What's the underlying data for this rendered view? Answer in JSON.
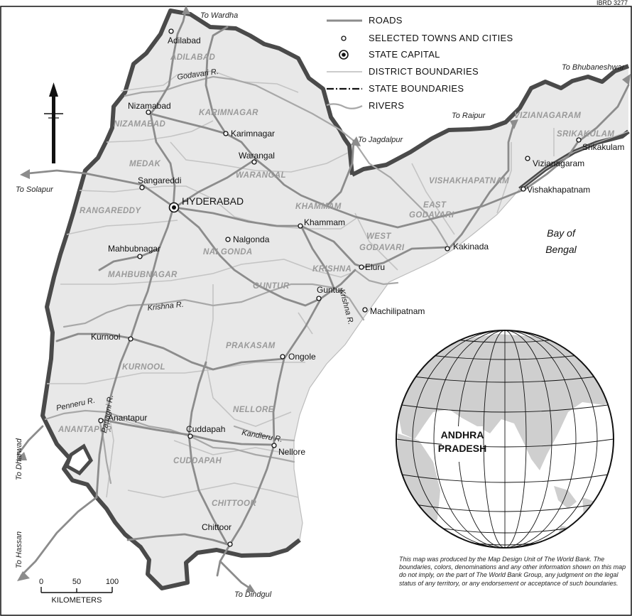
{
  "map_id": "IBRD 3277",
  "legend": {
    "roads": "ROADS",
    "towns": "SELECTED TOWNS AND CITIES",
    "capital": "STATE CAPITAL",
    "districts": "DISTRICT BOUNDARIES",
    "states": "STATE BOUNDARIES",
    "rivers": "RIVERS"
  },
  "capital": "HYDERABAD",
  "towns": {
    "adilabad": "Adilabad",
    "nizamabad": "Nizamabad",
    "karimnagar": "Karimnagar",
    "warangal": "Warangal",
    "sangareddi": "Sangareddi",
    "khammam": "Khammam",
    "nalgonda": "Nalgonda",
    "mahbubnagar": "Mahbubnagar",
    "eluru": "Eluru",
    "kakinada": "Kakinada",
    "guntur": "Guntur",
    "machilipatnam": "Machilipatnam",
    "kurnool": "Kurnool",
    "ongole": "Ongole",
    "anantapur": "Anantapur",
    "cuddapah": "Cuddapah",
    "nellore": "Nellore",
    "chittoor": "Chittoor",
    "vizianagaram": "Vizianagaram",
    "vishakhapatnam": "Vishakhapatnam",
    "srikakulam": "Srikakulam"
  },
  "districts": {
    "adilabad": "ADILABAD",
    "karimnagar": "KARIMNAGAR",
    "nizamabad": "NIZAMABAD",
    "medak": "MEDAK",
    "warangal": "WARANGAL",
    "rangareddy": "RANGAREDDY",
    "khammam": "KHAMMAM",
    "nalgonda": "NALGONDA",
    "mahbubnagar": "MAHBUBNAGAR",
    "west_godavari_1": "WEST",
    "west_godavari_2": "GODAVARI",
    "east_godavari_1": "EAST",
    "east_godavari_2": "GODAVARI",
    "krishna": "KRISHNA",
    "guntur": "GUNTUR",
    "prakasam": "PRAKASAM",
    "kurnool": "KURNOOL",
    "nellore": "NELLORE",
    "anantapur": "ANANTAPUR",
    "cuddapah": "CUDDAPAH",
    "chittoor": "CHITTOOR",
    "vishakhapatnam": "VISHAKHAPATNAM",
    "vizianagaram": "VIZIANAGARAM",
    "srikakulam": "SRIKAKULAM"
  },
  "rivers": {
    "godavari": "Godavari R.",
    "krishna_w": "Krishna R.",
    "krishna_e": "Krishna R.",
    "penneru": "Penneru R.",
    "papagni": "Papagni R.",
    "kandleru": "Kandleru R."
  },
  "destinations": {
    "wardha": "To Wardha",
    "bhubaneshwar": "To Bhubaneshwar",
    "raipur": "To Raipur",
    "jagdalpur": "To Jagdalpur",
    "solapur": "To Solapur",
    "dharwad": "To Dharwad",
    "hassan": "To Hassan",
    "dindgul": "To Dindgul"
  },
  "sea": {
    "line1": "Bay of",
    "line2": "Bengal"
  },
  "scale": {
    "ticks": [
      "0",
      "50",
      "100"
    ],
    "unit": "KILOMETERS"
  },
  "inset": {
    "line1": "ANDHRA",
    "line2": "PRADESH"
  },
  "disclaimer": "This map was produced by the Map Design Unit of The World Bank. The boundaries, colors, denominations and any other information shown on this map do not imply, on the part of The World Bank Group, any judgment on the legal status of any territory, or any endorsement or acceptance of such boundaries.",
  "colors": {
    "state_fill": "#e8e8e8",
    "state_border": "#4a4a4a",
    "roads": "#8c8c8c",
    "district_boundaries": "#c4c4c4",
    "rivers": "#a8a8a8",
    "district_labels": "#9a9a9a"
  }
}
